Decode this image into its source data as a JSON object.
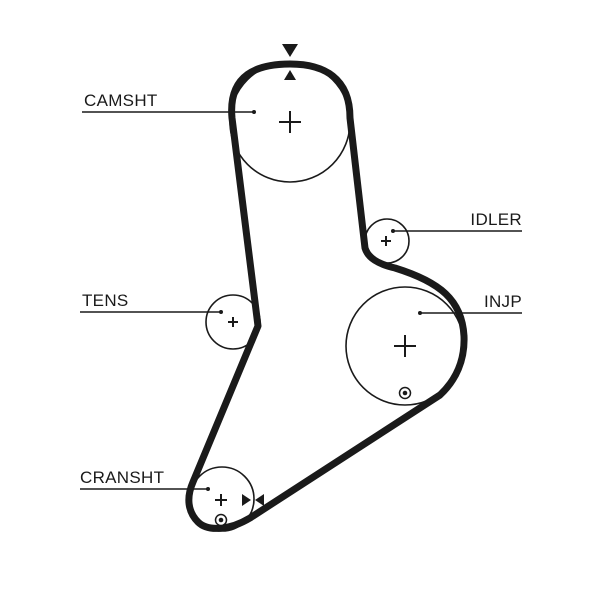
{
  "labels": {
    "camshaft": "CAMSHT",
    "idler": "IDLER",
    "tensioner": "TENS",
    "injection_pump": "INJP",
    "crankshaft": "CRANSHT"
  }
}
